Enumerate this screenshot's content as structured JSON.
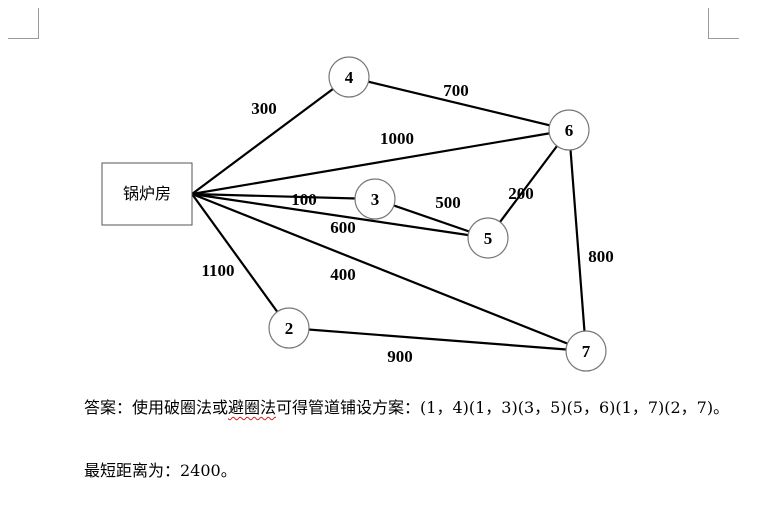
{
  "diagram": {
    "source_label": "锅炉房",
    "nodes": [
      "2",
      "3",
      "4",
      "5",
      "6",
      "7"
    ],
    "edges": [
      {
        "from": "锅炉房",
        "to": "4",
        "weight": "300"
      },
      {
        "from": "4",
        "to": "6",
        "weight": "700"
      },
      {
        "from": "锅炉房",
        "to": "6",
        "weight": "1000"
      },
      {
        "from": "锅炉房",
        "to": "3",
        "weight": "100"
      },
      {
        "from": "3",
        "to": "5",
        "weight": "500"
      },
      {
        "from": "5",
        "to": "6",
        "weight": "200"
      },
      {
        "from": "锅炉房",
        "to": "5",
        "weight": "600"
      },
      {
        "from": "6",
        "to": "7",
        "weight": "800"
      },
      {
        "from": "锅炉房",
        "to": "7",
        "weight": "400"
      },
      {
        "from": "锅炉房",
        "to": "2",
        "weight": "1100"
      },
      {
        "from": "2",
        "to": "7",
        "weight": "900"
      }
    ]
  },
  "answer": {
    "prefix": "答案：使用破圈法或",
    "squiggle": "避圈法",
    "suffix": "可得管道铺设方案：(1，4)(1，3)(3，5)(5，6)(1，7)(2，7)。"
  },
  "result": {
    "text": "最短距离为：2400。"
  }
}
